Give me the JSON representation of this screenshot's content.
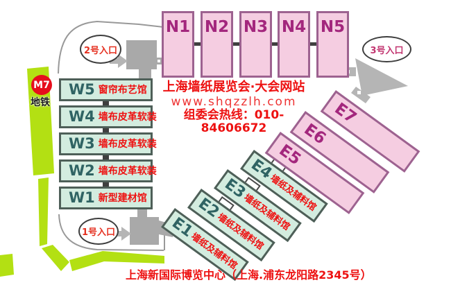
{
  "metro": {
    "line": "M7",
    "label": "地铁"
  },
  "entrances": {
    "e1": "1号入口",
    "e2": "2号入口",
    "e3": "3号入口"
  },
  "halls": {
    "north": [
      {
        "id": "N1"
      },
      {
        "id": "N2"
      },
      {
        "id": "N3"
      },
      {
        "id": "N4"
      },
      {
        "id": "N5"
      }
    ],
    "west": [
      {
        "id": "W5",
        "desc": "窗帘布艺馆"
      },
      {
        "id": "W4",
        "desc": "墙布皮革软装"
      },
      {
        "id": "W3",
        "desc": "墙布皮革软装"
      },
      {
        "id": "W2",
        "desc": "墙布皮革软装"
      },
      {
        "id": "W1",
        "desc": "新型建材馆"
      }
    ],
    "east": [
      {
        "id": "E1",
        "desc": "墙纸及辅料馆"
      },
      {
        "id": "E2",
        "desc": "墙纸及辅料馆"
      },
      {
        "id": "E3",
        "desc": "墙纸及辅料馆"
      },
      {
        "id": "E4",
        "desc": "墙纸及辅料馆"
      },
      {
        "id": "E5"
      },
      {
        "id": "E6"
      },
      {
        "id": "E7"
      }
    ]
  },
  "promo": {
    "title": "上海墙纸展览会·大会网站",
    "website": "www.shqzzlh.com",
    "hotline": "组委会热线：010-84606672"
  },
  "footer": "上海新国际博览中心（上海.浦东龙阳路2345号）",
  "colors": {
    "pink_fill": "#f5cde1",
    "pink_border": "#9d6290",
    "pink_label": "#a3277d",
    "mint_fill": "#d3ecdf",
    "mint_border": "#4e5f58",
    "mint_label": "#2f6363",
    "red_text": "#ed1111",
    "metro_red": "#e60e1d",
    "road_green": "#b3e013",
    "gray": "#a9a9a9"
  }
}
